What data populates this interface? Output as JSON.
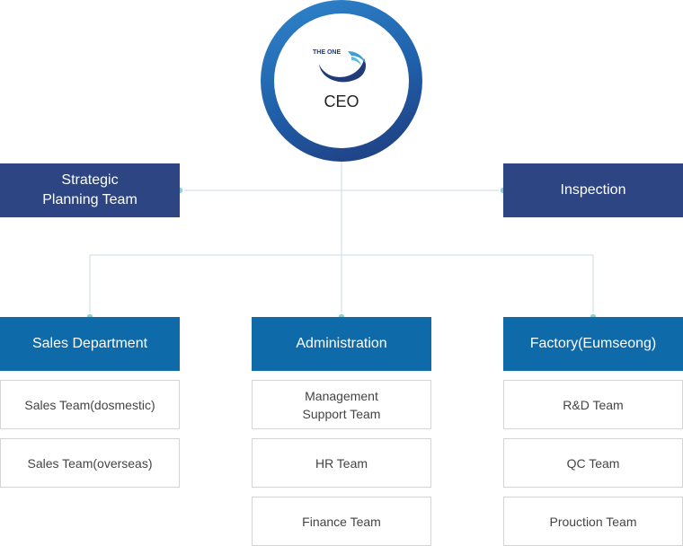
{
  "ceo": {
    "label": "CEO",
    "logo_text": "THE ONE"
  },
  "staff": {
    "left": {
      "label": "Strategic\nPlanning Team"
    },
    "right": {
      "label": "Inspection"
    }
  },
  "departments": [
    {
      "label": "Sales Department",
      "teams": [
        "Sales Team(dosmestic)",
        "Sales Team(overseas)"
      ]
    },
    {
      "label": "Administration",
      "teams": [
        "Management\nSupport Team",
        "HR Team",
        "Finance Team"
      ]
    },
    {
      "label": "Factory(Eumseong)",
      "teams": [
        "R&D Team",
        "QC Team",
        "Prouction Team"
      ]
    }
  ],
  "colors": {
    "staff_box": "#2d4582",
    "department_box": "#0f6aaa",
    "connector": "#cfd8e0",
    "dot": "#8fd0d8"
  }
}
